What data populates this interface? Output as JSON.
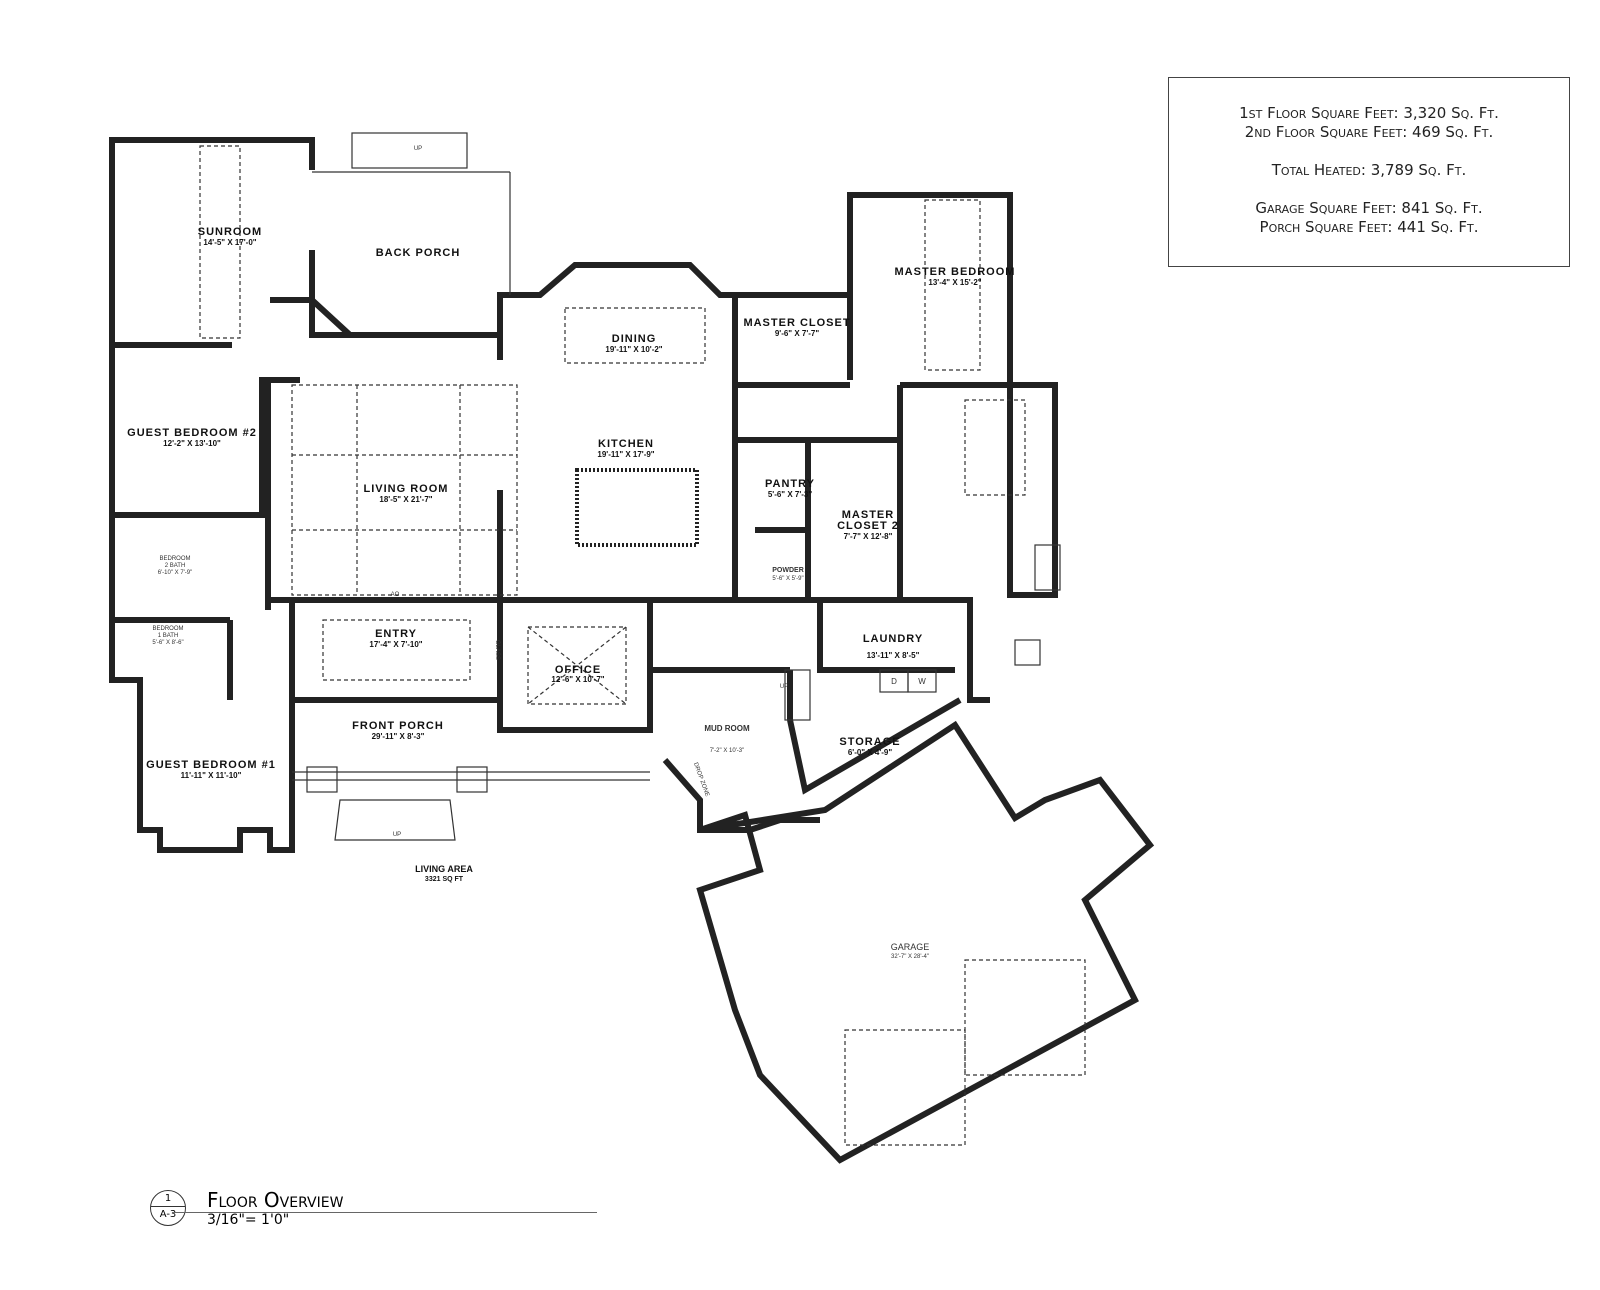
{
  "summary": {
    "first_floor": "1st Floor Square Feet: 3,320 Sq. Ft.",
    "second_floor": "2nd Floor Square Feet: 469 Sq. Ft.",
    "total_heated": "Total Heated: 3,789 Sq. Ft.",
    "garage": "Garage Square Feet: 841 Sq. Ft.",
    "porch": "Porch Square Feet: 441 Sq. Ft."
  },
  "title_block": {
    "number": "1",
    "sheet": "A-3",
    "title": "Floor Overview",
    "scale": "3/16\"= 1'0\""
  },
  "rooms": {
    "sunroom": {
      "name": "SUNROOM",
      "dims": "14'-5\" X 17'-0\""
    },
    "back_porch": {
      "name": "BACK PORCH"
    },
    "guest_bedroom_2": {
      "name": "GUEST BEDROOM #2",
      "dims": "12'-2\" X 13'-10\""
    },
    "living_room": {
      "name": "LIVING ROOM",
      "dims": "18'-5\" X 21'-7\""
    },
    "dining": {
      "name": "DINING",
      "dims": "19'-11\" X 10'-2\""
    },
    "kitchen": {
      "name": "KITCHEN",
      "dims": "19'-11\" X 17'-9\""
    },
    "master_closet": {
      "name": "MASTER CLOSET",
      "dims": "9'-6\" X 7'-7\""
    },
    "master_bedroom": {
      "name": "MASTER BEDROOM",
      "dims": "13'-4\" X 15'-2\""
    },
    "pantry": {
      "name": "PANTRY",
      "dims": "5'-6\" X 7'-3\""
    },
    "master_closet_2": {
      "name1": "MASTER",
      "name2": "CLOSET 2",
      "dims": "7'-7\" X 12'-8\""
    },
    "powder": {
      "name": "POWDER",
      "dims": "5'-6\" X 5'-9\""
    },
    "bedroom_2_bath": {
      "name1": "BEDROOM",
      "name2": "2 BATH",
      "dims": "6'-10\" X 7'-9\""
    },
    "bedroom_1_bath": {
      "name1": "BEDROOM",
      "name2": "1 BATH",
      "dims": "5'-6\" X 8'-6\""
    },
    "entry": {
      "name": "ENTRY",
      "dims": "17'-4\" X 7'-10\""
    },
    "office": {
      "name": "OFFICE",
      "dims": "12'-6\" X 10'-7\""
    },
    "laundry": {
      "name": "LAUNDRY",
      "dims": "13'-11\" X 8'-5\""
    },
    "front_porch": {
      "name": "FRONT PORCH",
      "dims": "29'-11\" X 8'-3\""
    },
    "guest_bedroom_1": {
      "name": "GUEST BEDROOM #1",
      "dims": "11'-11\" X 11'-10\""
    },
    "mud_room": {
      "name": "MUD ROOM",
      "dims": "7'-2\" X 10'-3\""
    },
    "storage": {
      "name": "STORAGE",
      "dims": "6'-0\" X 4'-9\""
    },
    "garage": {
      "name": "GARAGE",
      "dims": "32'-7\" X 28'-4\""
    }
  },
  "annotations": {
    "up": "UP",
    "ao": "AO",
    "glass": "GLASS",
    "drop_zone": "DROP ZONE",
    "dryer": "D",
    "washer": "W",
    "living_area": "LIVING AREA",
    "living_area_sqft": "3321 SQ FT"
  }
}
